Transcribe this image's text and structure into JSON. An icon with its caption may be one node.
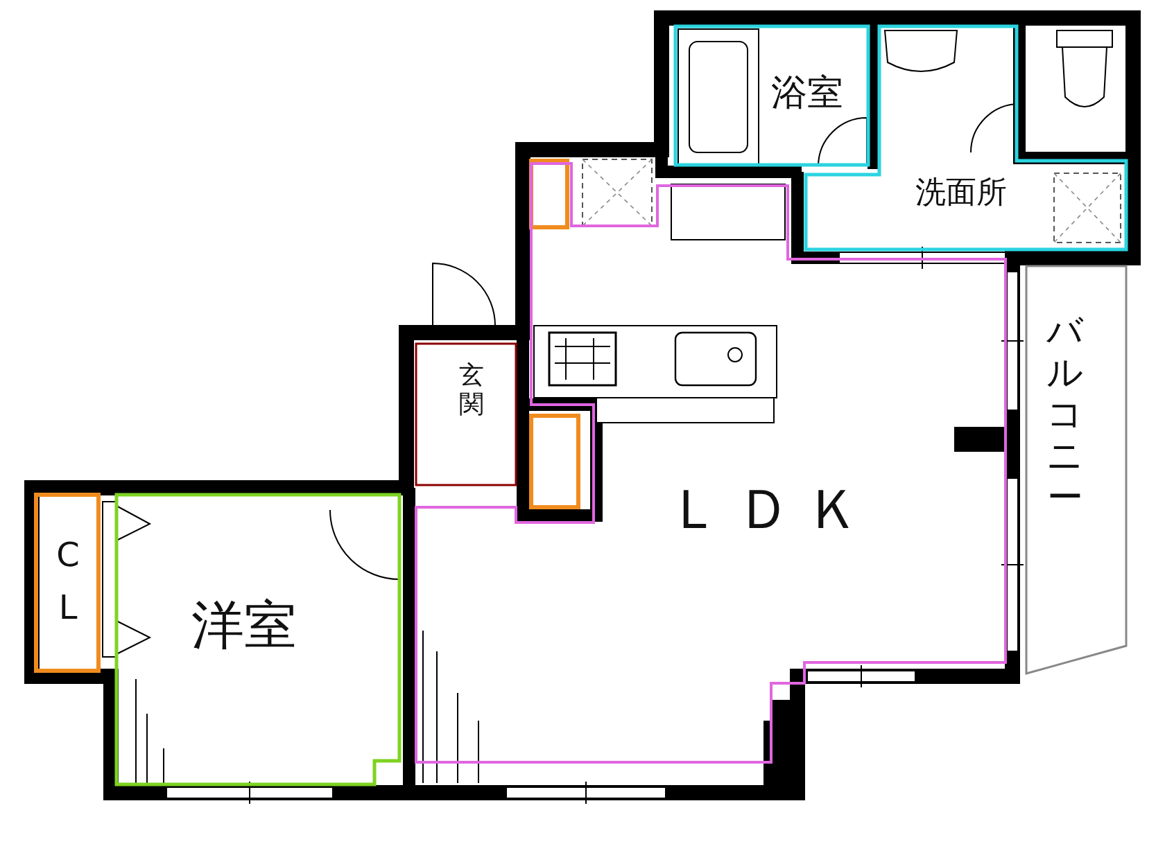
{
  "diagram": {
    "nodes": [
      {
        "text": [
          "浴室"
        ]
      },
      {
        "text": [
          "洗面所"
        ]
      },
      {
        "text": [
          "バルコニー"
        ]
      },
      {
        "text": [
          "玄関"
        ]
      },
      {
        "text": [
          "ＬＤＫ"
        ]
      },
      {
        "text": [
          "CL"
        ]
      },
      {
        "text": [
          "洋室"
        ]
      }
    ]
  }
}
